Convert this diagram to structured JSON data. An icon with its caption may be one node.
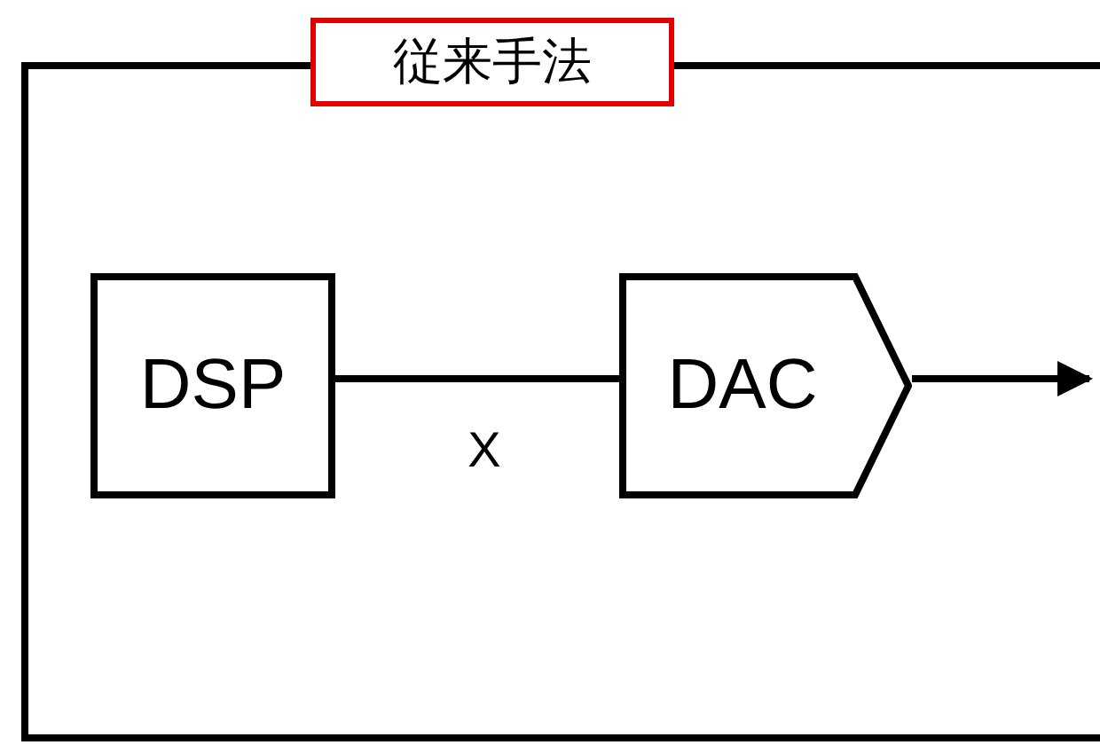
{
  "diagram": {
    "nodes": [
      {
        "text": [
          "従来手法"
        ]
      },
      {
        "text": [
          "DSP"
        ],
        "in": 0
      },
      {
        "text": [
          "DAC"
        ],
        "in": 0
      }
    ],
    "edges": [
      {
        "from": 1,
        "to": 2,
        "arrow": "none",
        "label": "X"
      },
      {
        "from": 2,
        "to": null,
        "arrow": "to"
      }
    ]
  }
}
